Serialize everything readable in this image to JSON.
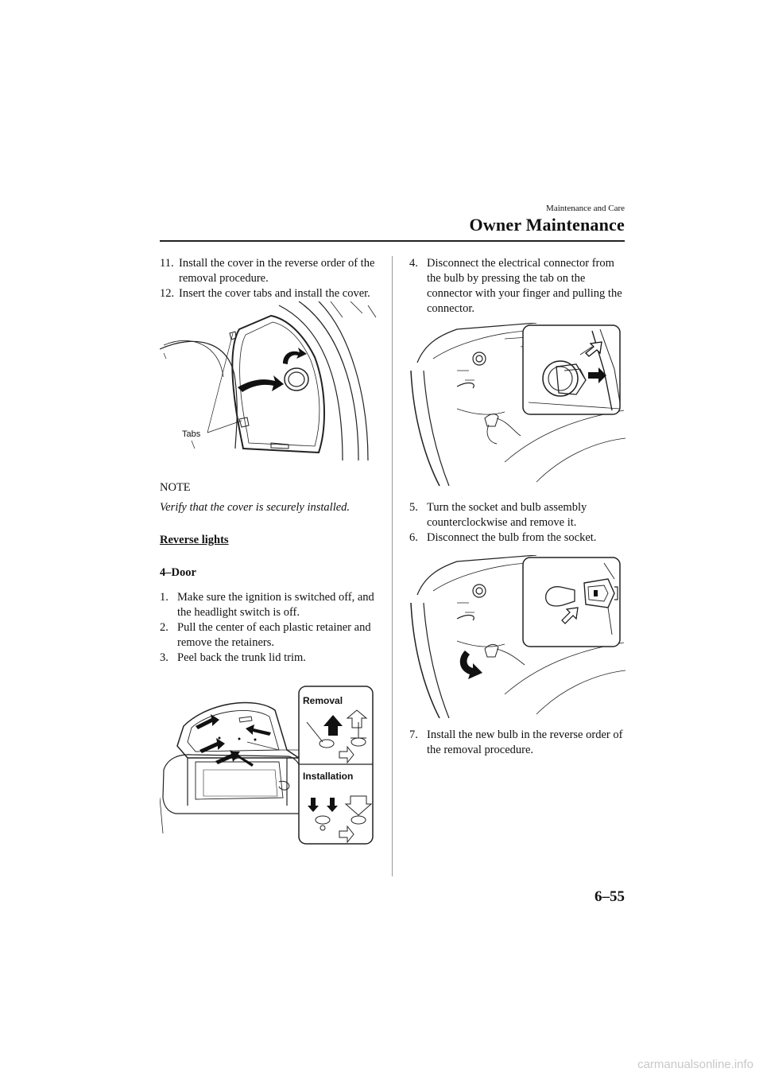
{
  "header": {
    "section": "Maintenance and Care",
    "title": "Owner Maintenance"
  },
  "left": {
    "steps_a": [
      {
        "num": "11.",
        "text": "Install the cover in the reverse order of the removal procedure."
      },
      {
        "num": "12.",
        "text": "Insert the cover tabs and install the cover."
      }
    ],
    "figure1": {
      "tabs_label": "Tabs"
    },
    "note": {
      "heading": "NOTE",
      "text": "Verify that the cover is securely installed."
    },
    "section_title": "Reverse lights",
    "subsection": "4–Door",
    "steps_b": [
      {
        "num": "1.",
        "text": "Make sure the ignition is switched off, and the headlight switch is off."
      },
      {
        "num": "2.",
        "text": "Pull the center of each plastic retainer and remove the retainers."
      },
      {
        "num": "3.",
        "text": "Peel back the trunk lid trim."
      }
    ],
    "figure2": {
      "removal_label": "Removal",
      "installation_label": "Installation"
    }
  },
  "right": {
    "step4": {
      "num": "4.",
      "text": "Disconnect the electrical connector from the bulb by pressing the tab on the connector with your finger and pulling the connector."
    },
    "steps_c": [
      {
        "num": "5.",
        "text": "Turn the socket and bulb assembly counterclockwise and remove it."
      },
      {
        "num": "6.",
        "text": "Disconnect the bulb from the socket."
      }
    ],
    "step7": {
      "num": "7.",
      "text": "Install the new bulb in the reverse order of the removal procedure."
    }
  },
  "page_number": "6–55",
  "watermark": "carmanualsonline.info"
}
